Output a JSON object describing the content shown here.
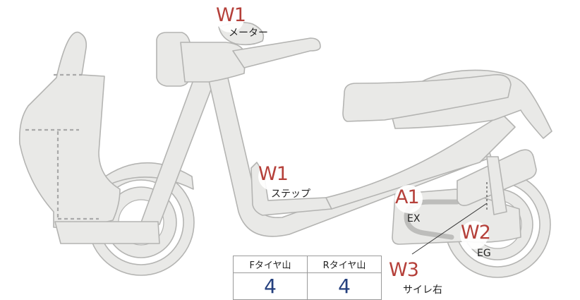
{
  "colors": {
    "body_fill": "#e9e9e7",
    "outline": "#b4b4b2",
    "dashed_panel": "#a9a9a9",
    "exhaust_pipe": "#bdbdbb",
    "code_text": "#b5403a",
    "value_text": "#25407e",
    "label_text": "#222222",
    "table_border": "#9a9a9a"
  },
  "callouts": {
    "meter": {
      "code": "W1",
      "label": "メーター"
    },
    "step": {
      "code": "W1",
      "label": "ステップ"
    },
    "exhaust": {
      "code": "A1",
      "label": "EX"
    },
    "engine": {
      "code": "W2",
      "label": "EG"
    },
    "side_right": {
      "code": "W3",
      "label": "サイレ右"
    }
  },
  "tire_table": {
    "headers": [
      "Fタイヤ山",
      "Rタイヤ山"
    ],
    "values": [
      "4",
      "4"
    ]
  }
}
